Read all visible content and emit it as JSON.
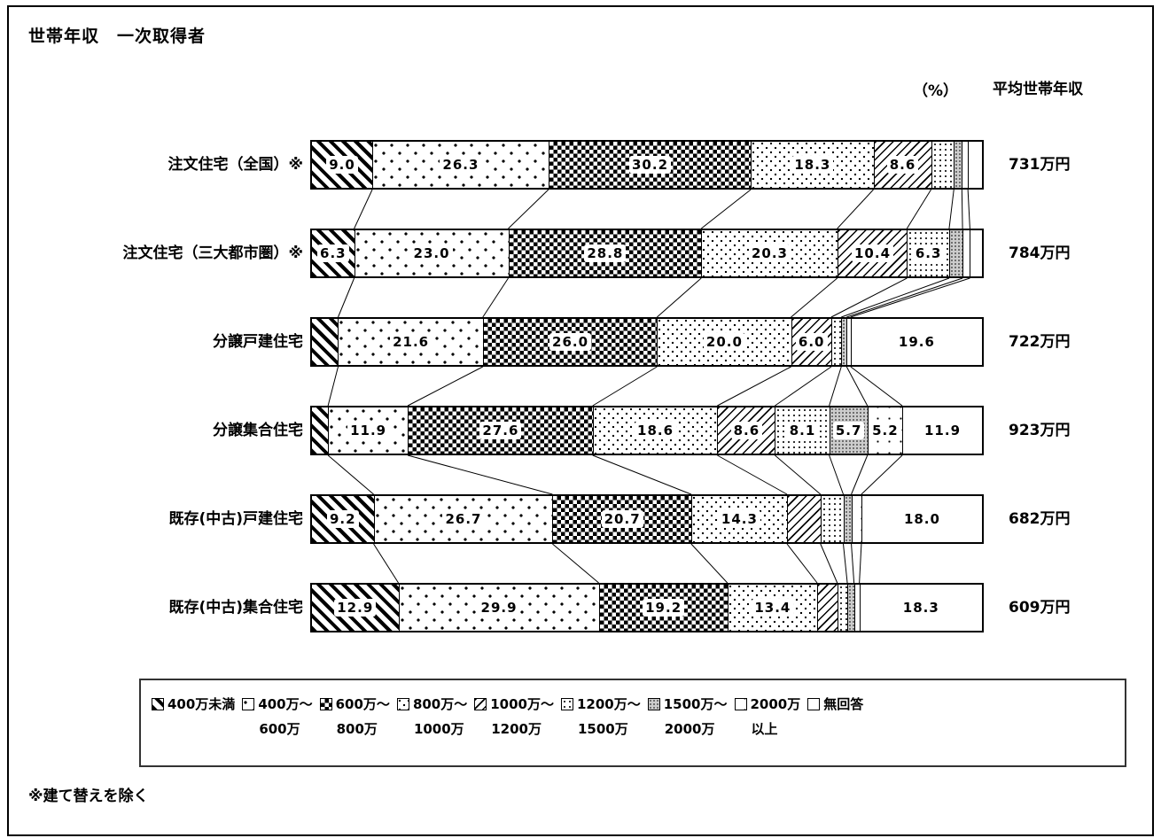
{
  "title": "世帯年収　一次取得者",
  "unit_label": "（%）",
  "avg_header": "平均世帯年収",
  "footnote": "※建て替えを除く",
  "chart_data": {
    "type": "bar",
    "stacked": true,
    "orientation": "horizontal",
    "title": "世帯年収　一次取得者",
    "unit": "%",
    "value_range": [
      0,
      100
    ],
    "value_column_header": "平均世帯年収",
    "series": [
      "400万未満",
      "400万～600万",
      "600万～800万",
      "800万～1000万",
      "1000万～1200万",
      "1200万～1500万",
      "1500万～2000万",
      "2000万以上",
      "無回答"
    ],
    "rows": [
      {
        "category": "注文住宅（全国）※",
        "average": "731万円",
        "values": [
          9.0,
          26.3,
          30.2,
          18.3,
          8.6,
          3.4,
          1.2,
          0.9,
          2.1
        ],
        "labels": [
          "9.0",
          "26.3",
          "30.2",
          "18.3",
          "8.6",
          "",
          "",
          "",
          ""
        ]
      },
      {
        "category": "注文住宅（三大都市圏）※",
        "average": "784万円",
        "values": [
          6.3,
          23.0,
          28.8,
          20.3,
          10.4,
          6.3,
          2.0,
          1.1,
          1.8
        ],
        "labels": [
          "6.3",
          "23.0",
          "28.8",
          "20.3",
          "10.4",
          "6.3",
          "",
          "",
          ""
        ]
      },
      {
        "category": "分譲戸建住宅",
        "average": "722万円",
        "values": [
          3.9,
          21.6,
          26.0,
          20.0,
          6.0,
          1.5,
          0.8,
          0.6,
          19.6
        ],
        "labels": [
          "",
          "21.6",
          "26.0",
          "20.0",
          "6.0",
          "",
          "",
          "",
          "19.6"
        ]
      },
      {
        "category": "分譲集合住宅",
        "average": "923万円",
        "values": [
          2.4,
          11.9,
          27.6,
          18.6,
          8.6,
          8.1,
          5.7,
          5.2,
          11.9
        ],
        "labels": [
          "",
          "11.9",
          "27.6",
          "18.6",
          "8.6",
          "8.1",
          "5.7",
          "5.2",
          "11.9"
        ]
      },
      {
        "category": "既存(中古)戸建住宅",
        "average": "682万円",
        "values": [
          9.2,
          26.7,
          20.7,
          14.3,
          5.0,
          3.4,
          1.2,
          1.5,
          18.0
        ],
        "labels": [
          "9.2",
          "26.7",
          "20.7",
          "14.3",
          "",
          "",
          "",
          "",
          "18.0"
        ]
      },
      {
        "category": "既存(中古)集合住宅",
        "average": "609万円",
        "values": [
          12.9,
          29.9,
          19.2,
          13.4,
          3.0,
          1.5,
          1.0,
          0.8,
          18.3
        ],
        "labels": [
          "12.9",
          "29.9",
          "19.2",
          "13.4",
          "",
          "",
          "",
          "",
          "18.3"
        ]
      }
    ]
  },
  "legend": {
    "items": [
      {
        "line1": "400万未満",
        "line2": ""
      },
      {
        "line1": "400万～",
        "line2": "600万"
      },
      {
        "line1": "600万～",
        "line2": "800万"
      },
      {
        "line1": "800万～",
        "line2": "1000万"
      },
      {
        "line1": "1000万～",
        "line2": "1200万"
      },
      {
        "line1": "1200万～",
        "line2": "1500万"
      },
      {
        "line1": "1500万～",
        "line2": "2000万"
      },
      {
        "line1": "2000万",
        "line2": "以上"
      },
      {
        "line1": "無回答",
        "line2": ""
      }
    ]
  }
}
